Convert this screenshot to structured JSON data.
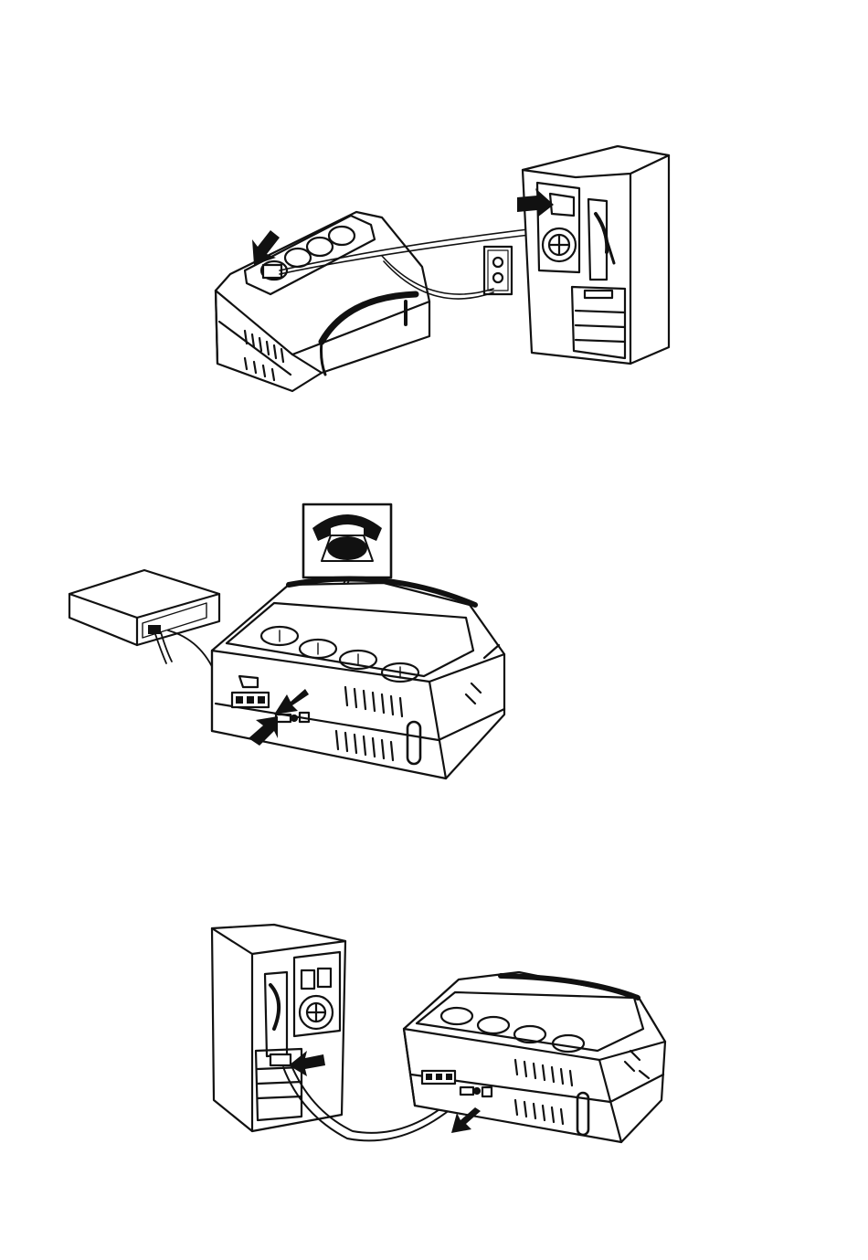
{
  "page": {
    "background": "#ffffff",
    "ink_color": "#111111"
  },
  "figures": [
    {
      "id": "fig1",
      "parts": [
        "ups-unit",
        "outlet-strip",
        "wall-outlet",
        "computer-tower",
        "power-cords",
        "arrow-icons"
      ]
    },
    {
      "id": "fig2",
      "parts": [
        "telephone",
        "modem",
        "ups-unit",
        "phone-line-cables",
        "arrow-icons"
      ]
    },
    {
      "id": "fig3",
      "parts": [
        "computer-tower",
        "ups-unit",
        "data-cable",
        "arrow-icons"
      ]
    }
  ]
}
